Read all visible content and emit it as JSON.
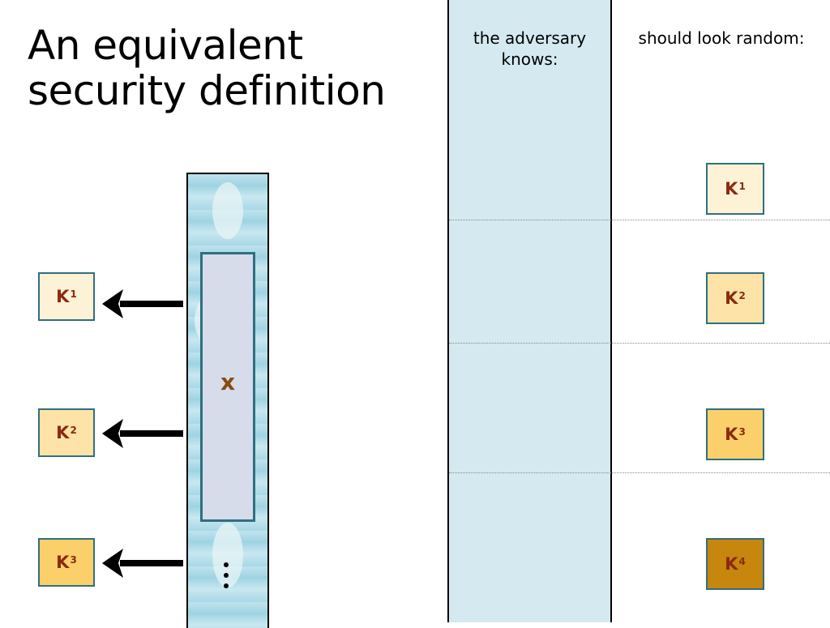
{
  "slide": {
    "title_line1": "An equivalent",
    "title_line2": "security definition"
  },
  "columns": {
    "adversary_knows": "the adversary knows:",
    "should_look_random": "should look random:"
  },
  "middle": {
    "x_label": "x"
  },
  "left_keys": [
    {
      "name": "K",
      "index": "1"
    },
    {
      "name": "K",
      "index": "2"
    },
    {
      "name": "K",
      "index": "3"
    }
  ],
  "right_keys": [
    {
      "name": "K",
      "index": "1"
    },
    {
      "name": "K",
      "index": "2"
    },
    {
      "name": "K",
      "index": "3"
    },
    {
      "name": "K",
      "index": "4"
    }
  ],
  "colors": {
    "knows_column": "#d4e9f0",
    "box_border": "#2f6f80",
    "key_text": "#8b2a10",
    "k1_fill": "#fdf1d6",
    "k2_fill": "#fde3a8",
    "k3_fill": "#fbd06a",
    "k4_fill": "#c7860d"
  }
}
